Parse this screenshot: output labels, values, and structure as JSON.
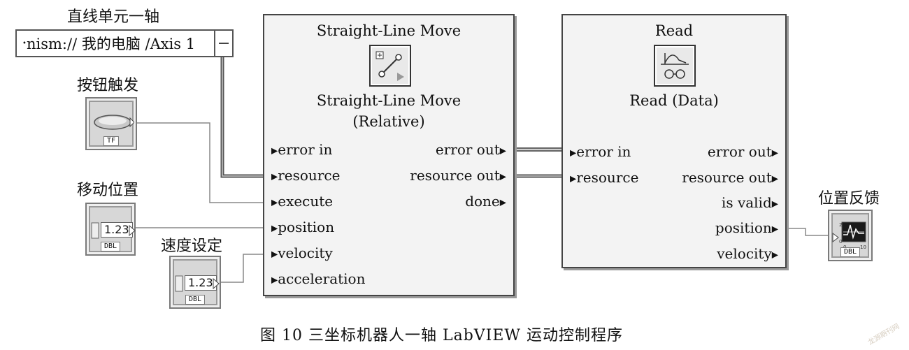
{
  "controls": {
    "axis_label": "直线单元一轴",
    "axis_value": "nism:// 我的电脑 /Axis 1",
    "button_label": "按钮触发",
    "button_tag": "TF",
    "position_label": "移动位置",
    "position_value": "1.23",
    "position_tag": "DBL",
    "velocity_label": "速度设定",
    "velocity_value": "1.23",
    "velocity_tag": "DBL"
  },
  "move_vi": {
    "title": "Straight-Line Move",
    "subtitle_line1": "Straight-Line Move",
    "subtitle_line2": "(Relative)",
    "inputs": [
      "error in",
      "resource",
      "execute",
      "position",
      "velocity",
      "acceleration"
    ],
    "outputs": [
      "error out",
      "resource out",
      "done"
    ]
  },
  "read_vi": {
    "title": "Read",
    "subtitle": "Read  (Data)",
    "inputs": [
      "error in",
      "resource"
    ],
    "outputs": [
      "error out",
      "resource out",
      "is valid",
      "position",
      "velocity"
    ]
  },
  "indicator": {
    "label": "位置反馈",
    "tag": "DBL"
  },
  "caption": "图 10   三坐标机器人一轴 LabVIEW 运动控制程序",
  "watermark": "龙源期刊网"
}
